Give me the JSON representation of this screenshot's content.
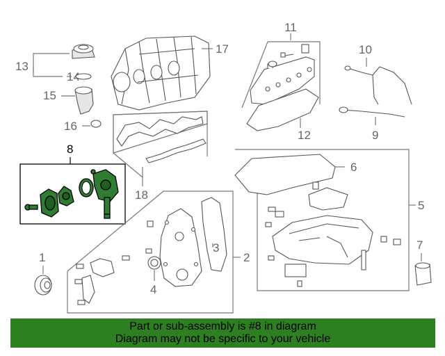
{
  "callouts": {
    "c1": "1",
    "c2": "2",
    "c3": "3",
    "c4": "4",
    "c5": "5",
    "c6": "6",
    "c7": "7",
    "c8": "8",
    "c9": "9",
    "c10": "10",
    "c11": "11",
    "c12": "12",
    "c13": "13",
    "c14": "14",
    "c15": "15",
    "c16": "16",
    "c17": "17",
    "c18": "18"
  },
  "highlighted_callout": "8",
  "colors": {
    "highlight": "#2d7f22",
    "banner_bg": "#2d7f22",
    "callout_text": "#666666"
  },
  "banner": {
    "line1": "Part or sub-assembly is #8 in diagram",
    "line2": "Diagram may not be specific to your vehicle"
  }
}
